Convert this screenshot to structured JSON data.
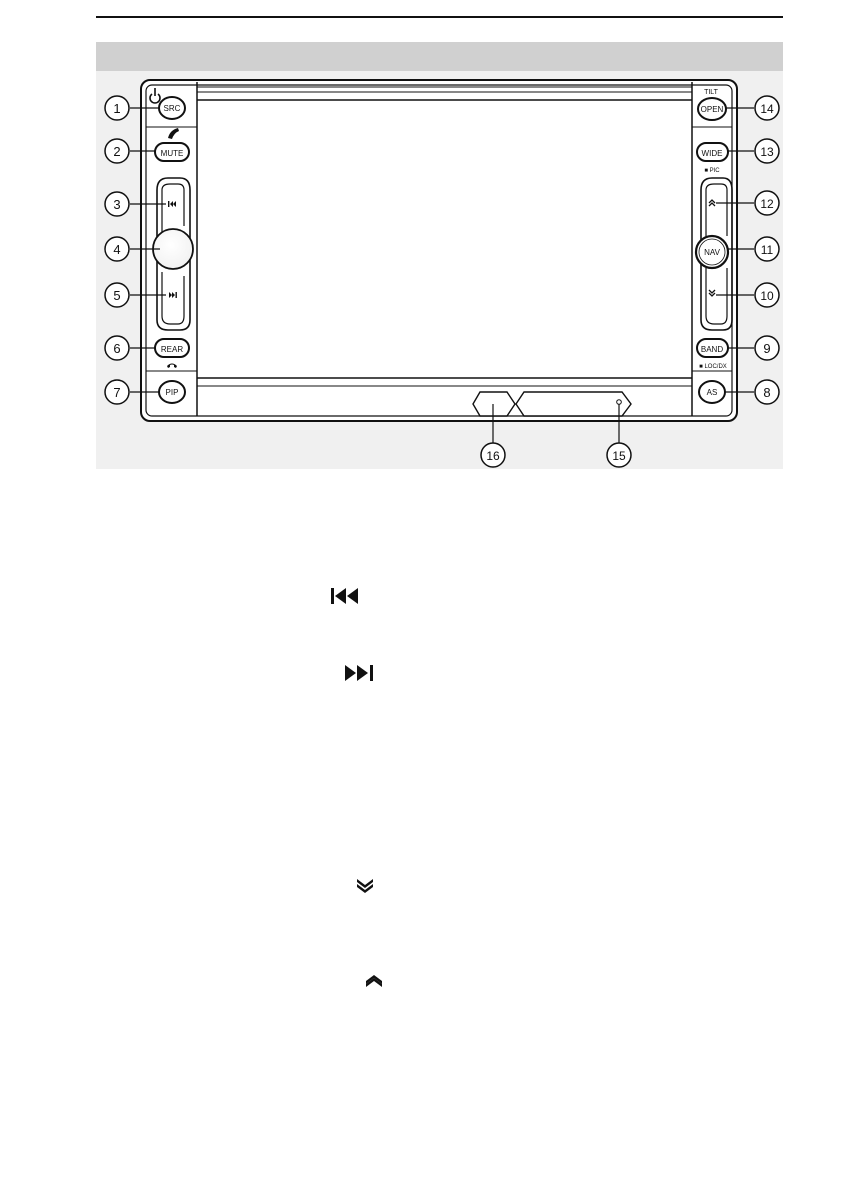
{
  "diagram": {
    "buttons": {
      "src": "SRC",
      "mute": "MUTE",
      "rear": "REAR",
      "pip": "PIP",
      "open": "OPEN",
      "wide": "WIDE",
      "nav": "NAV",
      "band": "BAND",
      "as": "AS"
    },
    "small_labels": {
      "tilt": "TILT",
      "pic": "■ PIC",
      "loc_dx": "■ LOC/DX"
    },
    "callouts": [
      "1",
      "2",
      "3",
      "4",
      "5",
      "6",
      "7",
      "8",
      "9",
      "10",
      "11",
      "12",
      "13",
      "14",
      "15",
      "16"
    ]
  },
  "icons": [
    "prev-track-icon",
    "next-track-icon",
    "double-chevron-down-icon",
    "double-chevron-up-icon"
  ],
  "colors": {
    "header_bar": "#d0d0d0",
    "panel_bg": "#f0f0f0",
    "line": "#111111"
  }
}
